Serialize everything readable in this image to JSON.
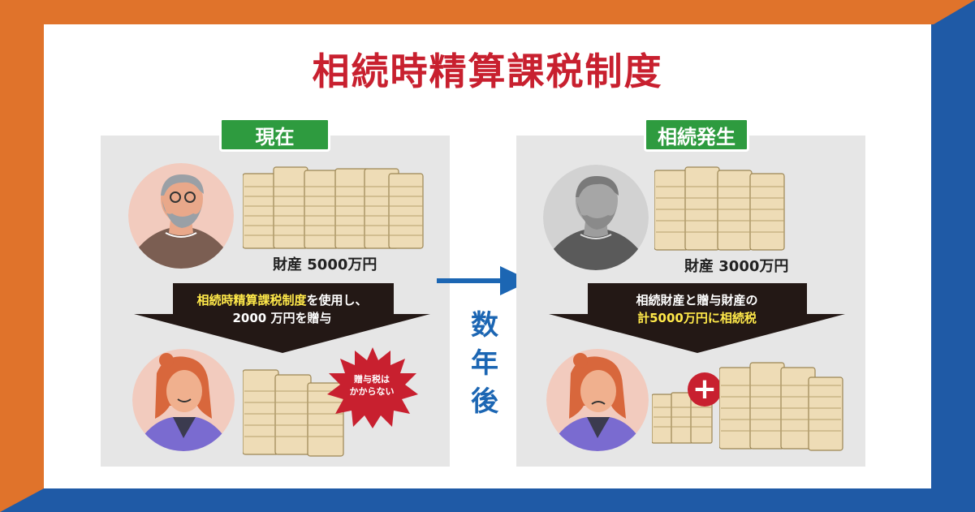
{
  "title": "相続時精算課税制度",
  "left": {
    "tag": "現在",
    "asset_label": "財産 5000万円",
    "banner_highlight": "相続時精算課税制度",
    "banner_line1_rest": "を使用し、",
    "banner_line2": "2000 万円を贈与",
    "burst_line1": "贈与税は",
    "burst_line2": "かからない"
  },
  "middle": {
    "years": [
      "数",
      "年",
      "後"
    ]
  },
  "right": {
    "tag": "相続発生",
    "asset_label": "財産 3000万円",
    "banner_line1": "相続財産と贈与財産の",
    "banner_line2": "計5000万円に相続税",
    "plus": "+"
  },
  "colors": {
    "title_red": "#c8202f",
    "tag_green": "#2e9b3f",
    "frame_orange": "#e0732b",
    "frame_blue": "#1f5aa6",
    "arrow_blue": "#1c66b3",
    "highlight_yellow": "#ffe94a"
  }
}
